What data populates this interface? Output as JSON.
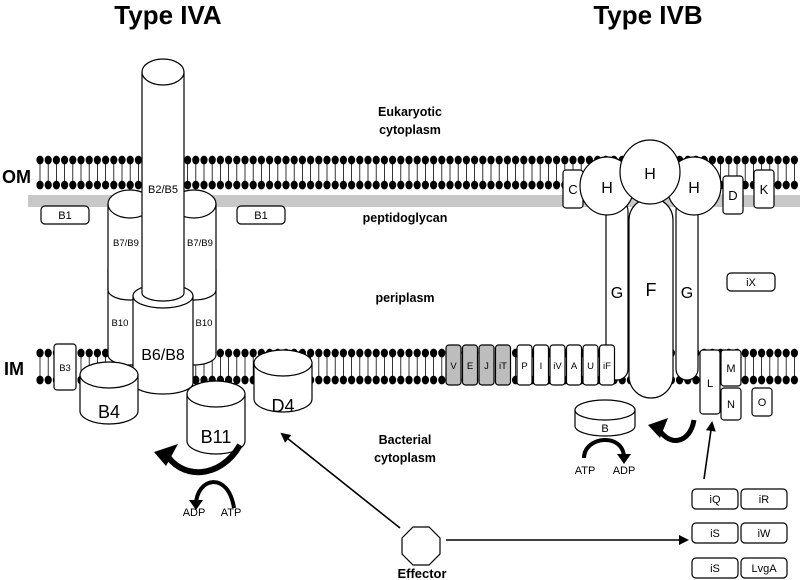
{
  "titles": {
    "type_iva": "Type IVA",
    "type_ivb": "Type IVB"
  },
  "regions": {
    "eukaryotic": [
      "Eukaryotic",
      "cytoplasm"
    ],
    "peptidoglycan": "peptidoglycan",
    "periplasm": "periplasm",
    "bacterial": [
      "Bacterial",
      "cytoplasm"
    ]
  },
  "membranes": {
    "om": "OM",
    "im": "IM"
  },
  "iva": {
    "b2b5": "B2/B5",
    "b7b9_left": "B7/B9",
    "b7b9_right": "B7/B9",
    "b10_left": "B10",
    "b10_right": "B10",
    "b6b8": "B6/B8",
    "b1_left": "B1",
    "b1_mid": "B1",
    "b3": "B3",
    "b4": "B4",
    "b11": "B11",
    "d4": "D4",
    "adp": "ADP",
    "atp": "ATP"
  },
  "ivb": {
    "c": "C",
    "d": "D",
    "k": "K",
    "h_left": "H",
    "h_mid": "H",
    "h_right": "H",
    "g_left": "G",
    "f": "F",
    "g_right": "G",
    "ix": "iX",
    "grey_boxes": [
      "V",
      "E",
      "J",
      "iT"
    ],
    "white_boxes": [
      "P",
      "I",
      "iV",
      "A",
      "U",
      "iF"
    ],
    "l": "L",
    "m": "M",
    "n": "N",
    "o": "O",
    "b": "B",
    "atp": "ATP",
    "adp": "ADP"
  },
  "effector": "Effector",
  "effector_boxes": [
    [
      "iQ",
      "iR"
    ],
    [
      "iS",
      "iW"
    ],
    [
      "iS",
      "LvgA"
    ]
  ]
}
